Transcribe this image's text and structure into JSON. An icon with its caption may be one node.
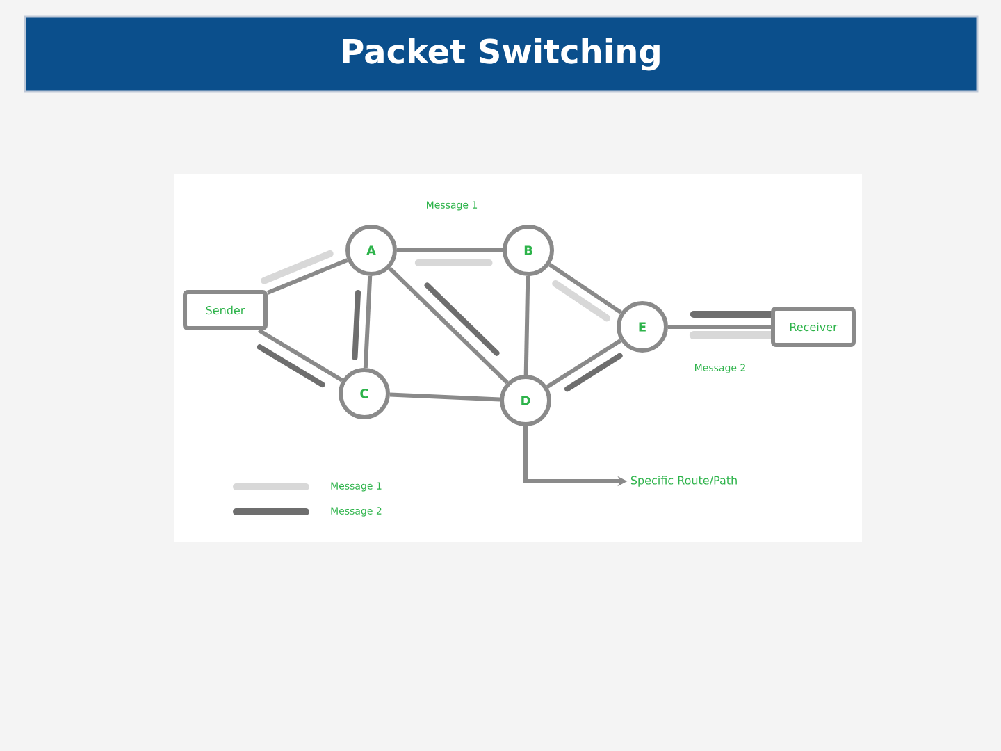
{
  "diagram": {
    "title": "Packet Switching",
    "nodes": [
      {
        "text": [
          "Sender"
        ]
      },
      {
        "text": [
          "A"
        ]
      },
      {
        "text": [
          "B"
        ]
      },
      {
        "text": [
          "C"
        ]
      },
      {
        "text": [
          "D"
        ]
      },
      {
        "text": [
          "E"
        ]
      },
      {
        "text": [
          "Receiver"
        ]
      },
      {
        "text": [
          "Specific Route/Path"
        ]
      }
    ],
    "edges": [
      {
        "from": 0,
        "to": 1,
        "arrow": "none"
      },
      {
        "from": 0,
        "to": 3,
        "arrow": "none"
      },
      {
        "from": 1,
        "to": 2,
        "arrow": "none"
      },
      {
        "from": 1,
        "to": 3,
        "arrow": "none"
      },
      {
        "from": 1,
        "to": 4,
        "arrow": "none"
      },
      {
        "from": 2,
        "to": 4,
        "arrow": "none"
      },
      {
        "from": 2,
        "to": 5,
        "arrow": "none"
      },
      {
        "from": 3,
        "to": 4,
        "arrow": "none"
      },
      {
        "from": 4,
        "to": 5,
        "arrow": "none"
      },
      {
        "from": 5,
        "to": 6,
        "arrow": "none"
      },
      {
        "from": 4,
        "to": 7,
        "arrow": "to"
      }
    ],
    "labels": [
      "Message 1",
      "Message 2"
    ],
    "legend": [
      {
        "text": "Message 1"
      },
      {
        "text": "Message 2"
      }
    ]
  }
}
